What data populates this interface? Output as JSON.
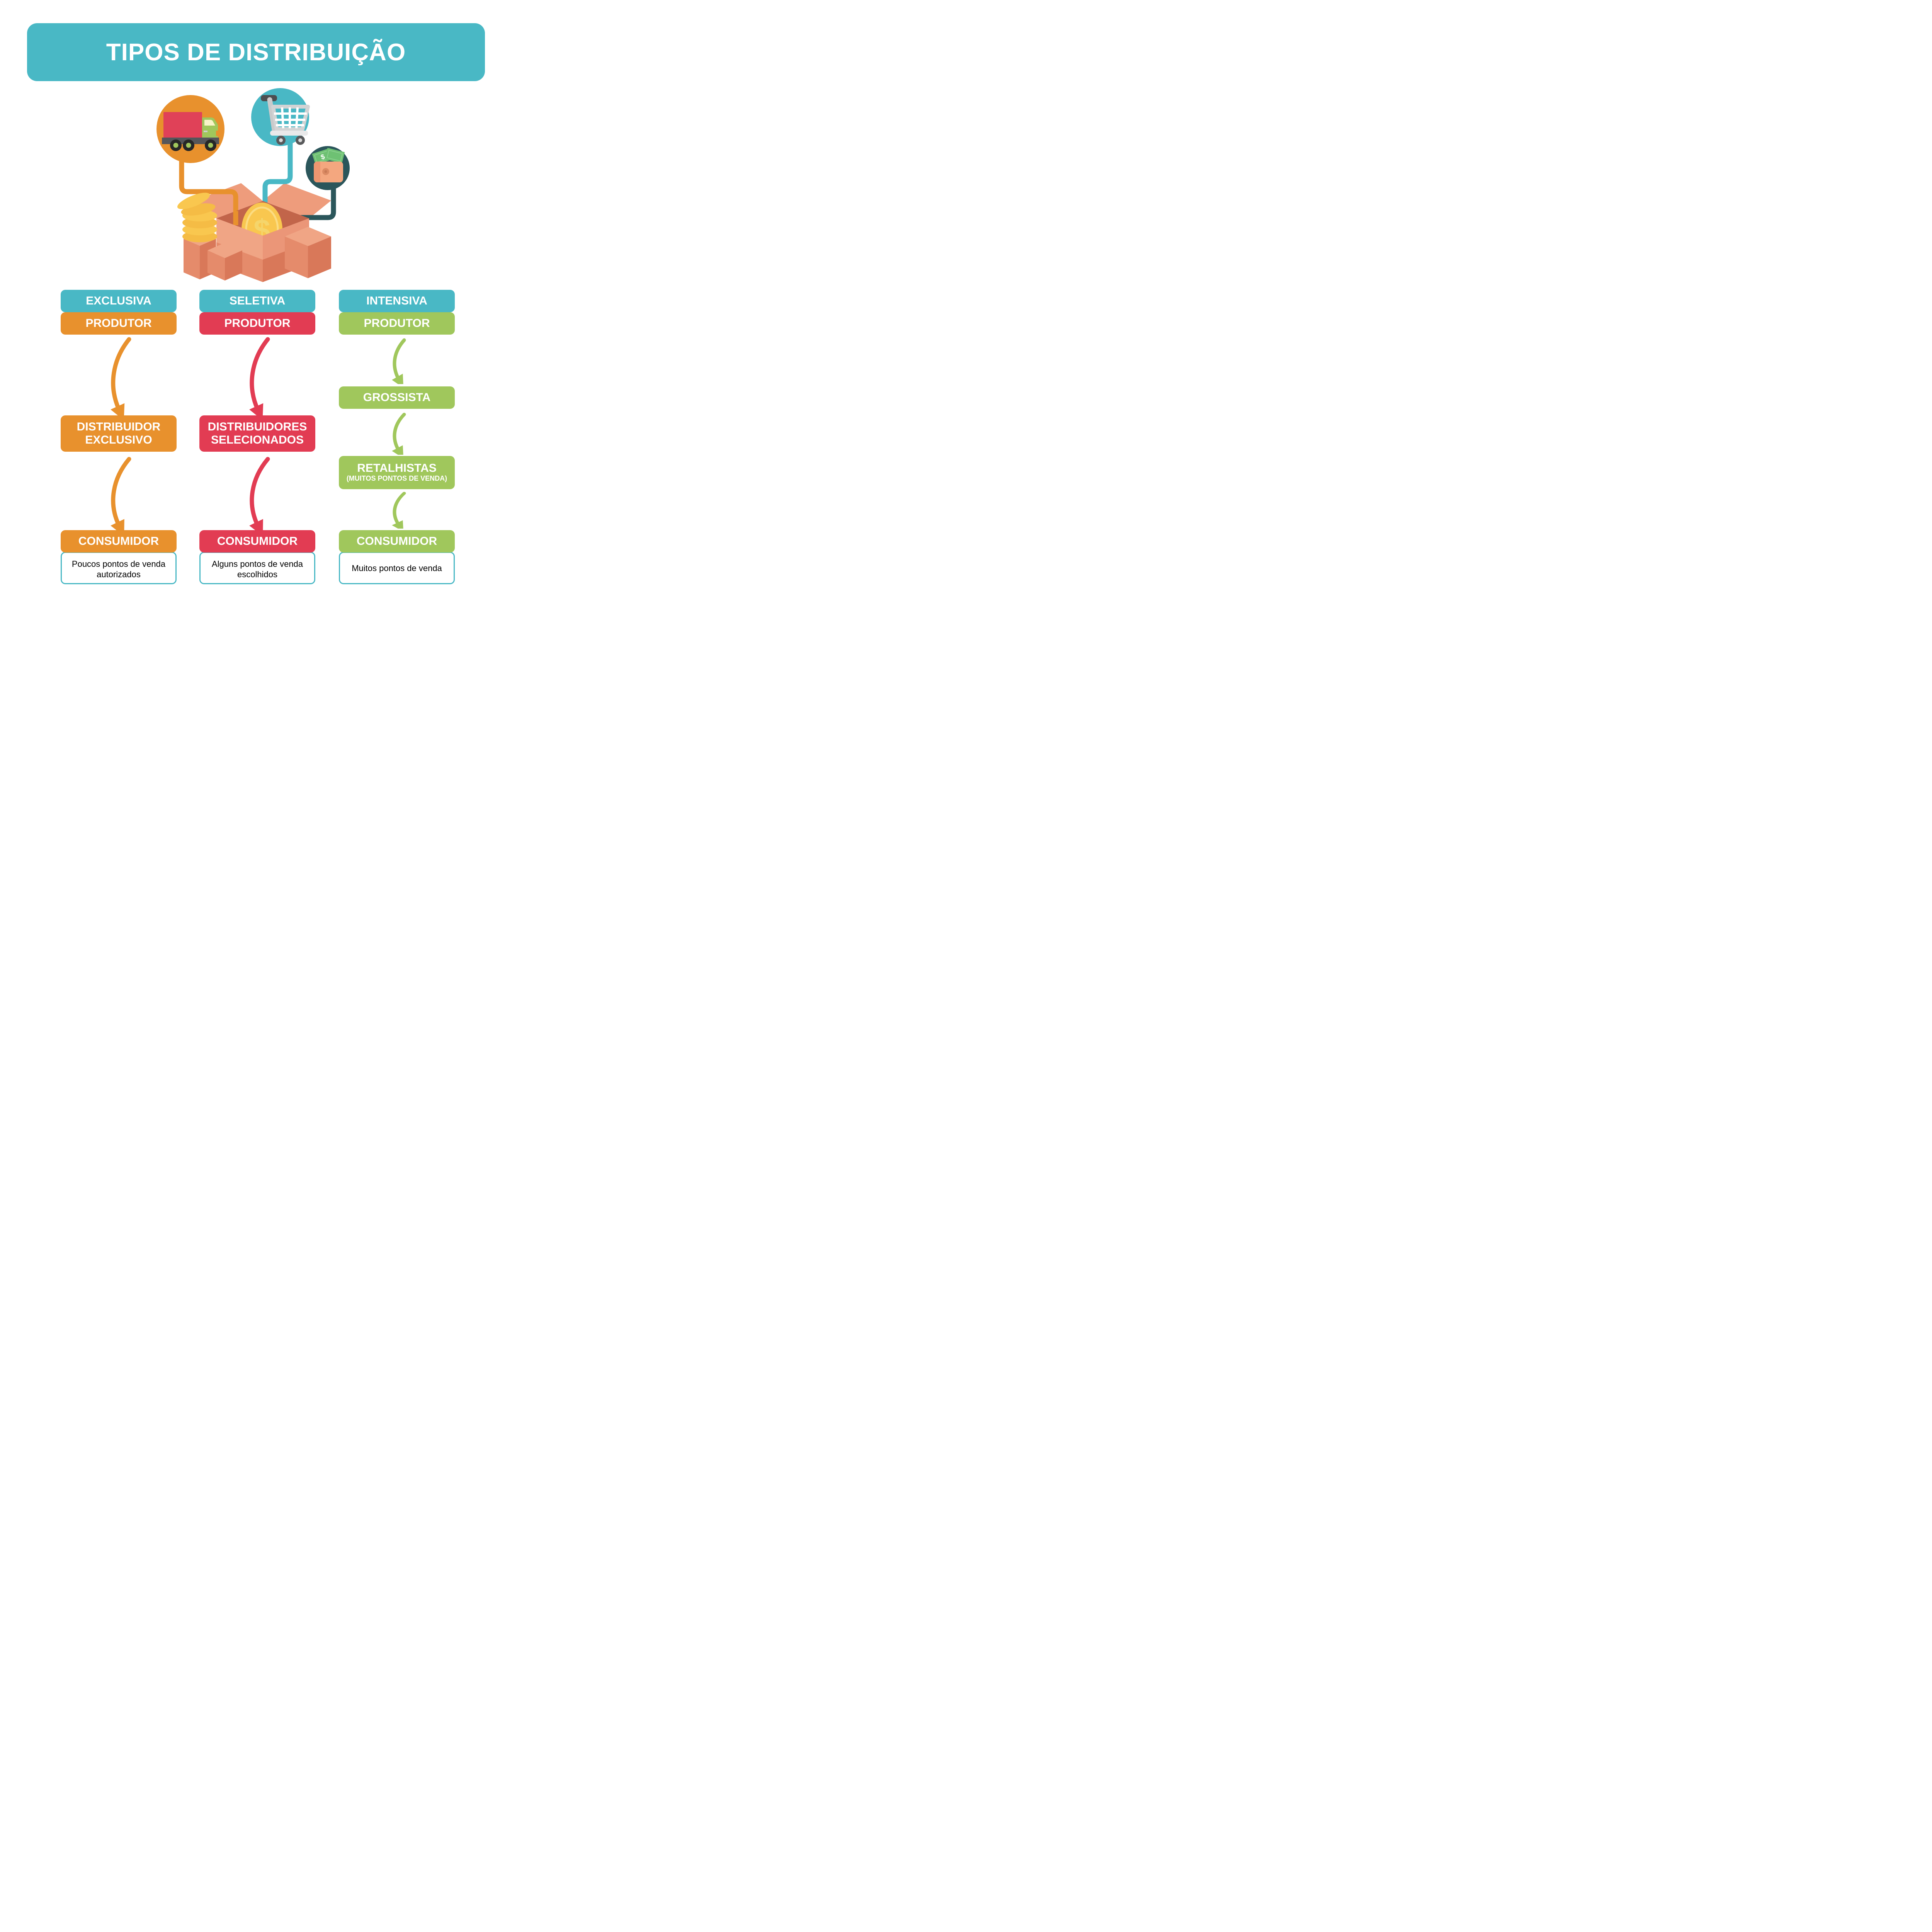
{
  "title": "TIPOS DE DISTRIBUIÇÃO",
  "colors": {
    "teal": "#49B8C5",
    "orange": "#E8912D",
    "red": "#E23C53",
    "green": "#A0C75C",
    "dark_teal": "#2B565B",
    "salmon_box": "#E58B6B",
    "coin_gold": "#F9C74F"
  },
  "illustration": {
    "icons": [
      "truck-icon",
      "shopping-cart-icon",
      "wallet-icon",
      "dollar-coin-icon",
      "coin-stack-icon",
      "open-box-icon"
    ],
    "coin_symbol": "$"
  },
  "columns": [
    {
      "header": "EXCLUSIVA",
      "producer": "PRODUTOR",
      "middle": "DISTRIBUIDOR EXCLUSIVO",
      "consumer": "CONSUMIDOR",
      "note": "Poucos pontos de venda autorizados"
    },
    {
      "header": "SELETIVA",
      "producer": "PRODUTOR",
      "middle": "DISTRIBUIDORES SELECIONADOS",
      "consumer": "CONSUMIDOR",
      "note": "Alguns pontos de venda escolhidos"
    },
    {
      "header": "INTENSIVA",
      "producer": "PRODUTOR",
      "wholesaler": "GROSSISTA",
      "retailer": "RETALHISTAS",
      "retailer_sub": "(MUITOS PONTOS DE VENDA)",
      "consumer": "CONSUMIDOR",
      "note": "Muitos pontos de venda"
    }
  ]
}
